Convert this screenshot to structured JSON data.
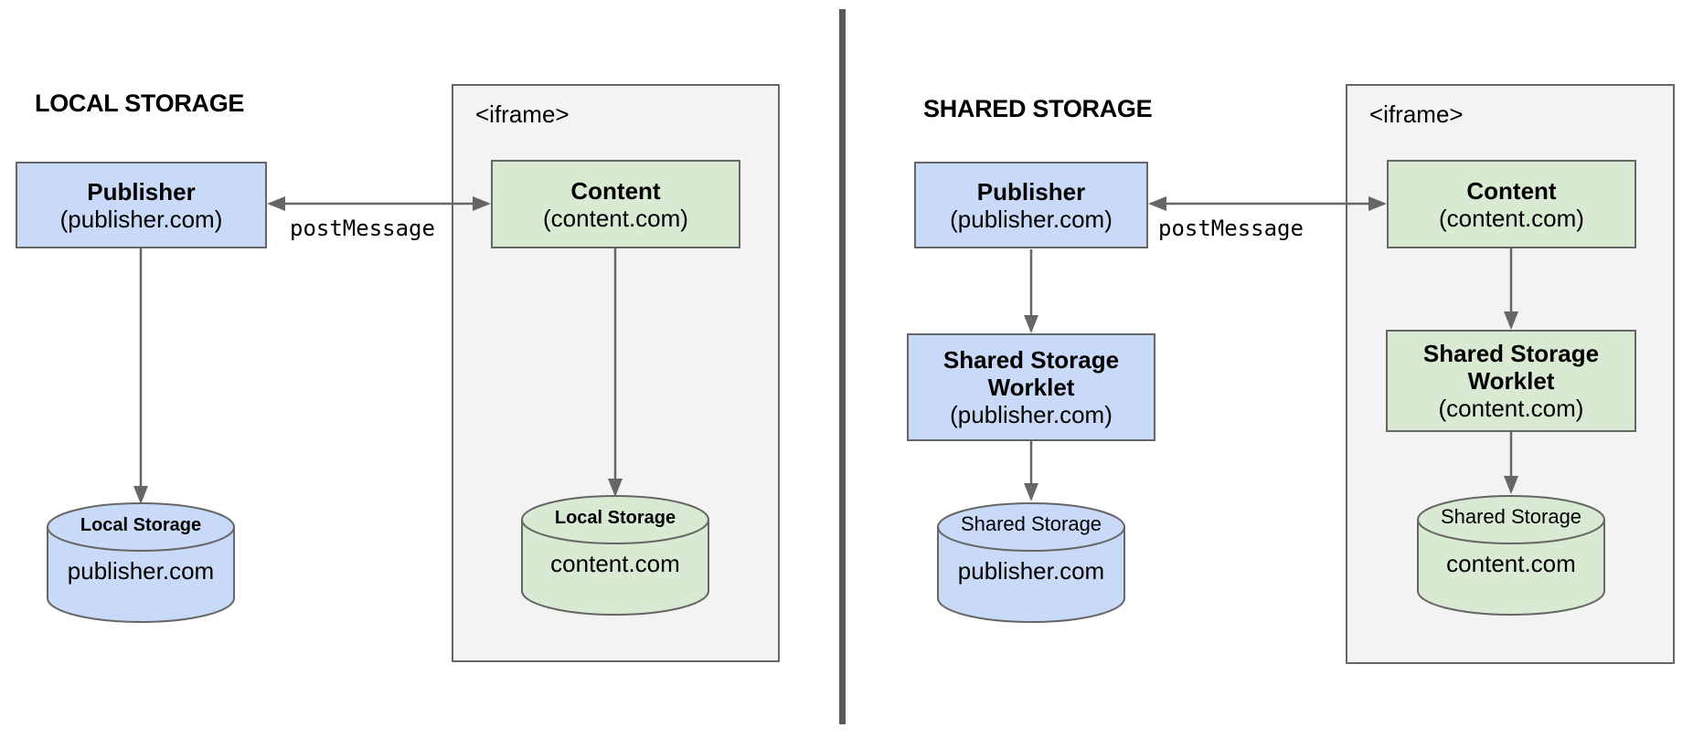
{
  "colors": {
    "publisher_fill": "#c9daf8",
    "content_fill": "#d9ead3",
    "iframe_fill": "#f3f3f3",
    "border": "#666666",
    "arrow": "#666666",
    "divider": "#595959",
    "text": "#000000"
  },
  "local": {
    "title": "LOCAL STORAGE",
    "publisher": {
      "name": "Publisher",
      "origin": "(publisher.com)"
    },
    "arrow_label": "postMessage",
    "iframe": {
      "label": "<iframe>"
    },
    "content": {
      "name": "Content",
      "origin": "(content.com)"
    },
    "publisher_storage": {
      "label": "Local Storage",
      "domain": "publisher.com"
    },
    "content_storage": {
      "label": "Local Storage",
      "domain": "content.com"
    }
  },
  "shared": {
    "title": "SHARED STORAGE",
    "publisher": {
      "name": "Publisher",
      "origin": "(publisher.com)"
    },
    "arrow_label": "postMessage",
    "iframe": {
      "label": "<iframe>"
    },
    "content": {
      "name": "Content",
      "origin": "(content.com)"
    },
    "publisher_worklet": {
      "name": "Shared Storage Worklet",
      "origin": "(publisher.com)"
    },
    "content_worklet": {
      "name": "Shared Storage Worklet",
      "origin": "(content.com)"
    },
    "publisher_storage": {
      "label": "Shared Storage",
      "domain": "publisher.com"
    },
    "content_storage": {
      "label": "Shared Storage",
      "domain": "content.com"
    }
  }
}
